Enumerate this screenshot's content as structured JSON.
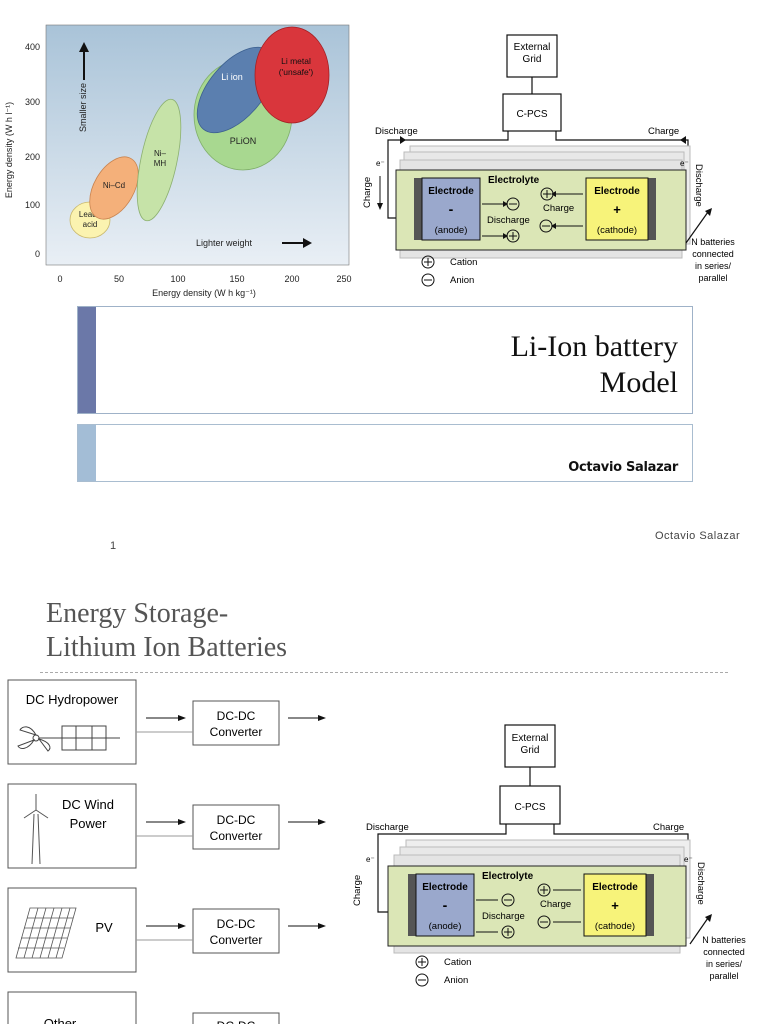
{
  "slide1": {
    "chart": {
      "y_axis_label": "Energy density (W h l⁻¹)",
      "x_axis_label": "Energy density (W h kg⁻¹)",
      "y_ticks": [
        "400",
        "300",
        "200",
        "100",
        "0"
      ],
      "x_ticks": [
        "0",
        "50",
        "100",
        "150",
        "200",
        "250"
      ],
      "arrow_smaller": "Smaller size",
      "arrow_lighter": "Lighter weight",
      "regions": [
        {
          "label_line1": "Lead–",
          "label_line2": "acid",
          "color": "#fbf3b0"
        },
        {
          "label_line1": "Ni–Cd",
          "label_line2": "",
          "color": "#f4b07a"
        },
        {
          "label_line1": "Ni–",
          "label_line2": "MH",
          "color": "#c6e3a8"
        },
        {
          "label_line1": "Li ion",
          "label_line2": "",
          "color": "#5b7faf"
        },
        {
          "label_line1": "PLiON",
          "label_line2": "",
          "color": "#a8d890"
        },
        {
          "label_line1": "Li metal",
          "label_line2": "('unsafe')",
          "color": "#d9363c"
        }
      ]
    },
    "title_line1": "Li-Ion battery",
    "title_line2": "Model",
    "author": "Octavio Salazar",
    "footer_name": "Octavio Salazar",
    "page_number": "1"
  },
  "battery_diagram": {
    "external_grid_line1": "External",
    "external_grid_line2": "Grid",
    "cpcs": "C-PCS",
    "discharge": "Discharge",
    "charge": "Charge",
    "electron": "e⁻",
    "electrolyte": "Electrolyte",
    "electrode": "Electrode",
    "minus": "-",
    "plus": "+",
    "anode": "(anode)",
    "cathode": "(cathode)",
    "inner_charge": "Charge",
    "inner_discharge": "Discharge",
    "cation": "Cation",
    "anion": "Anion",
    "n_batteries": [
      "N batteries",
      "connected",
      "in series/",
      "parallel"
    ],
    "colors": {
      "anode": "#9aa8cc",
      "cathode": "#f7f37a",
      "cell_bg": "#dbe6b6"
    }
  },
  "slide2": {
    "title_line1": "Energy Storage-",
    "title_line2": "Lithium Ion Batteries",
    "sources": [
      {
        "name_line1": "DC Hydropower",
        "name_line2": ""
      },
      {
        "name_line1": "DC Wind",
        "name_line2": "Power"
      },
      {
        "name_line1": "PV",
        "name_line2": ""
      },
      {
        "name_line1": "Other",
        "name_line2": ""
      }
    ],
    "converter_line1": "DC-DC",
    "converter_line2": "Converter"
  }
}
